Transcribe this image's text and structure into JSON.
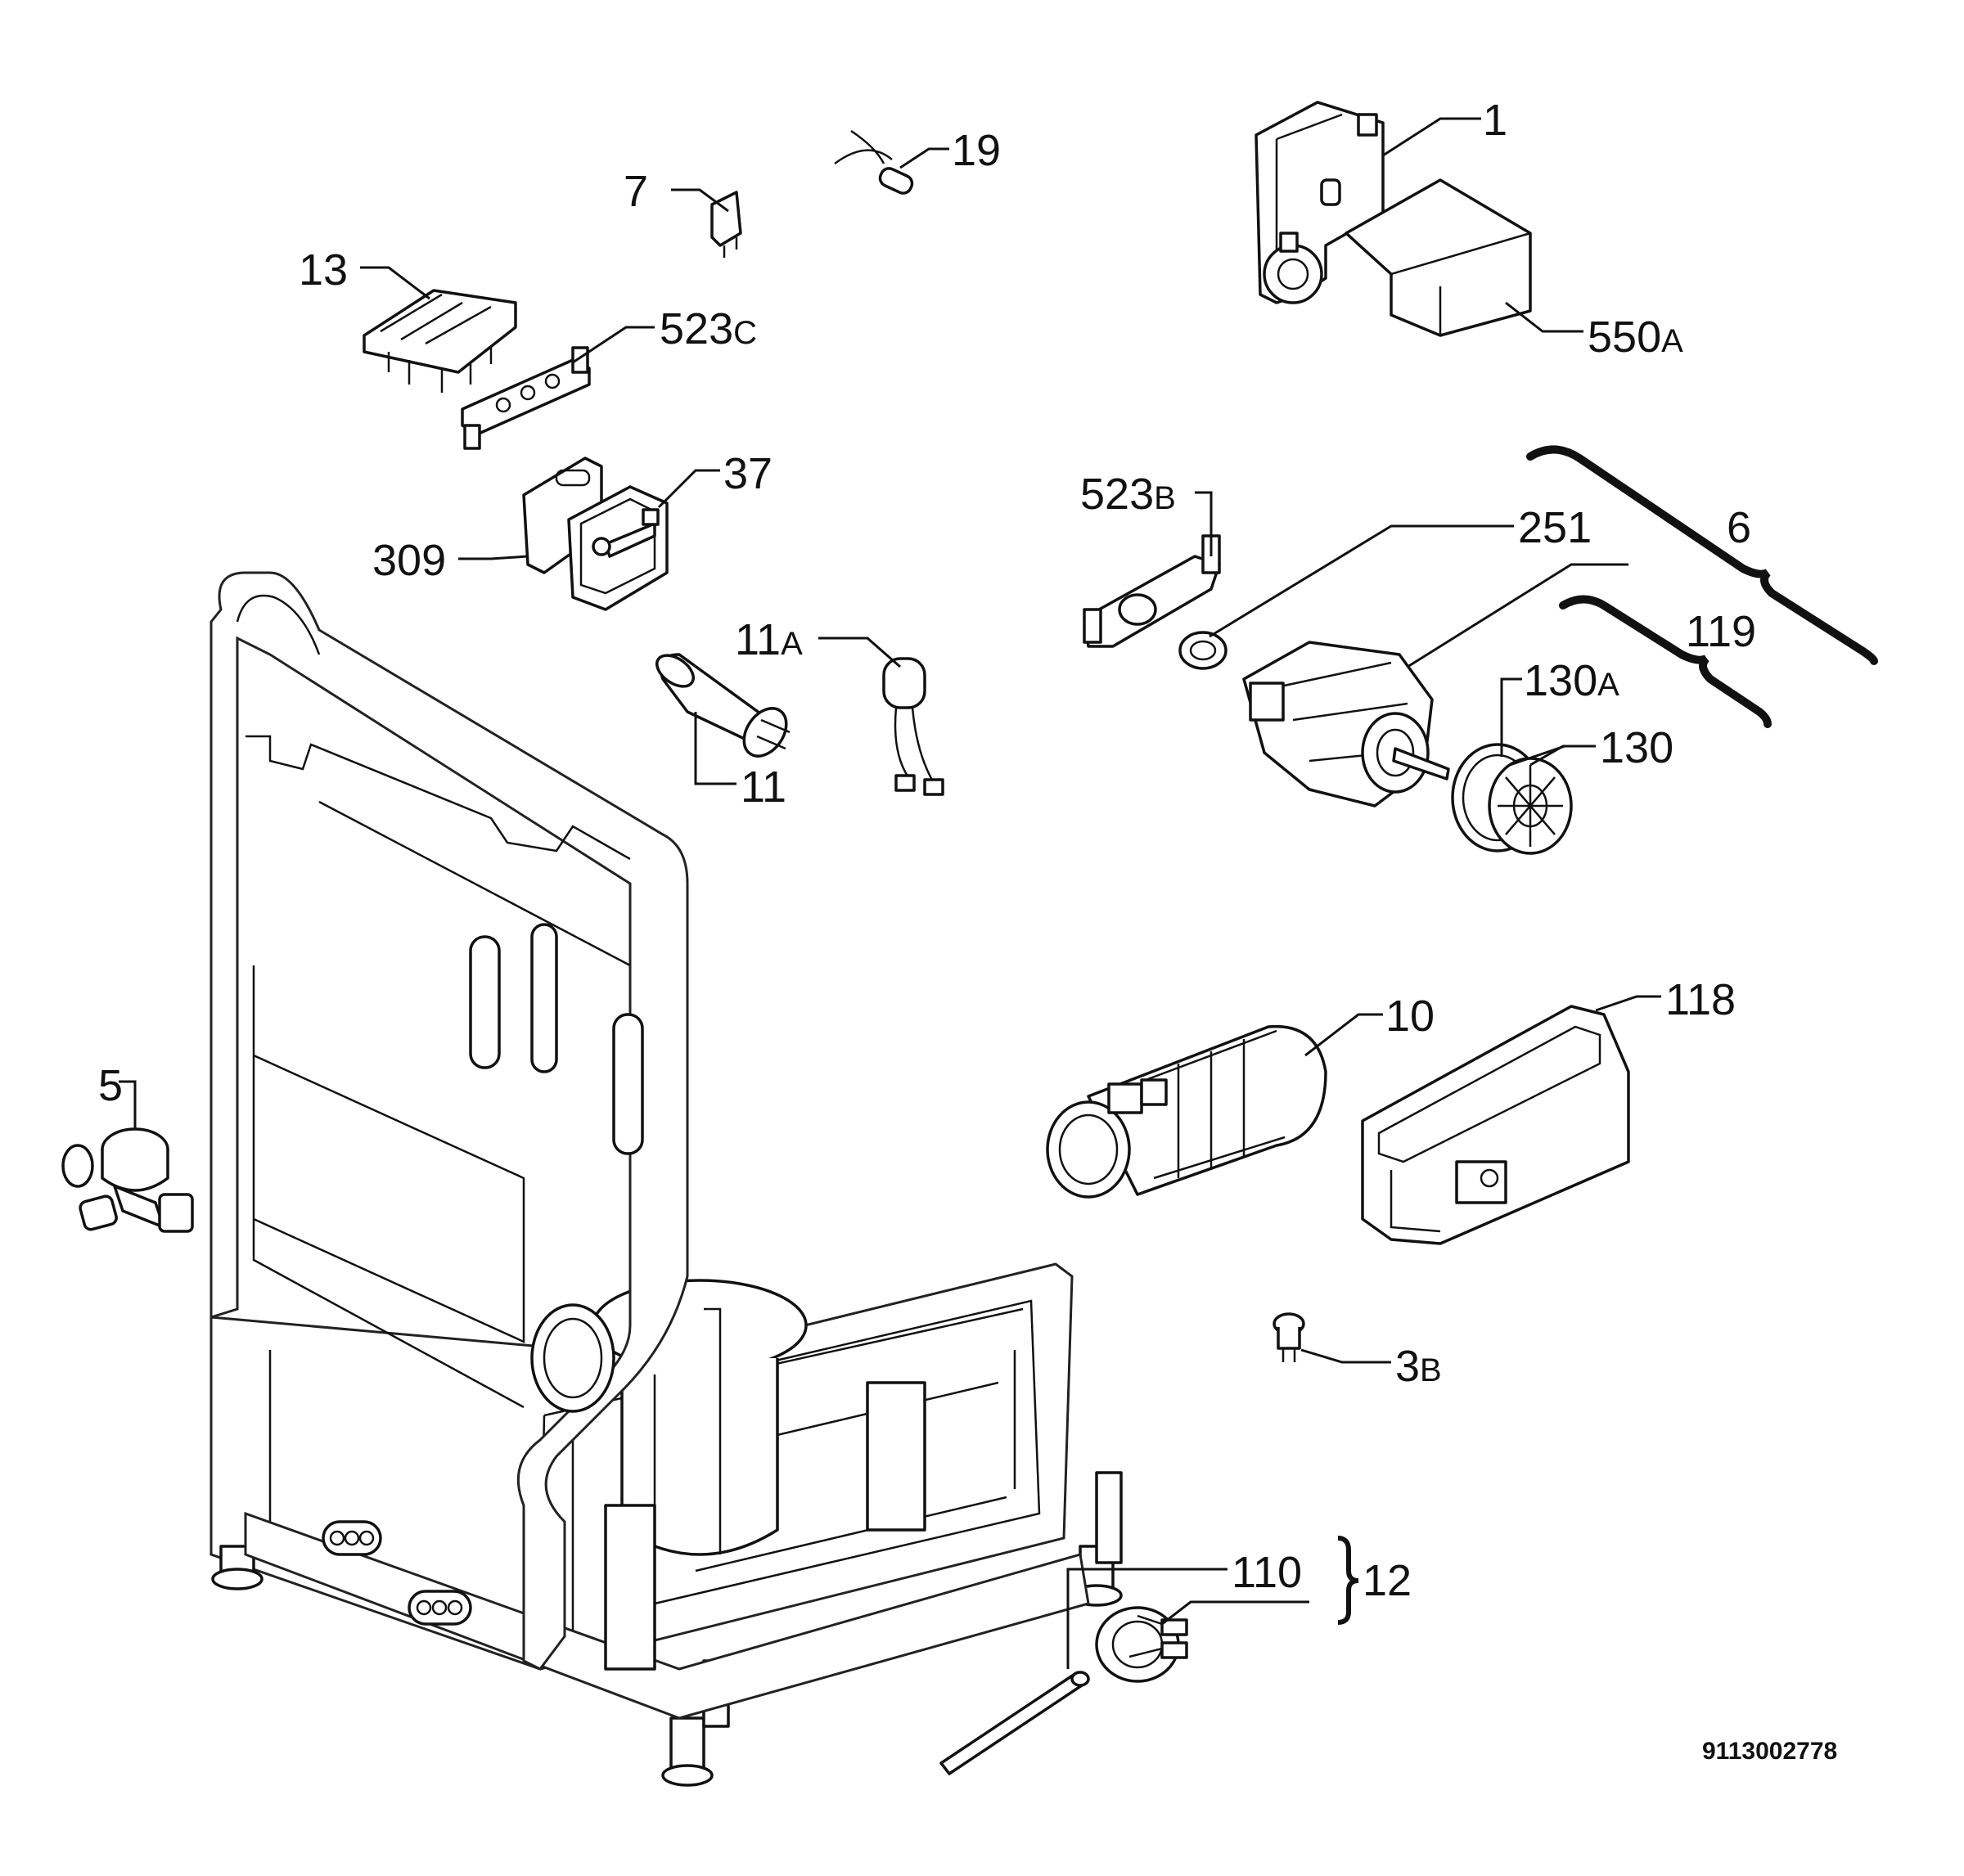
{
  "labels": {
    "1": "1",
    "550A_num": "550",
    "550A_suf": "A",
    "19": "19",
    "7": "7",
    "13": "13",
    "523C_num": "523",
    "523C_suf": "C",
    "37": "37",
    "309": "309",
    "523B_num": "523",
    "523B_suf": "B",
    "251": "251",
    "6": "6",
    "119": "119",
    "11A_num": "11",
    "11A_suf": "A",
    "11": "11",
    "130A_num": "130",
    "130A_suf": "A",
    "130": "130",
    "10": "10",
    "118": "118",
    "5": "5",
    "3B_num": "3",
    "3B_suf": "B",
    "110": "110",
    "12": "12"
  },
  "diagram_code": "9113002778"
}
